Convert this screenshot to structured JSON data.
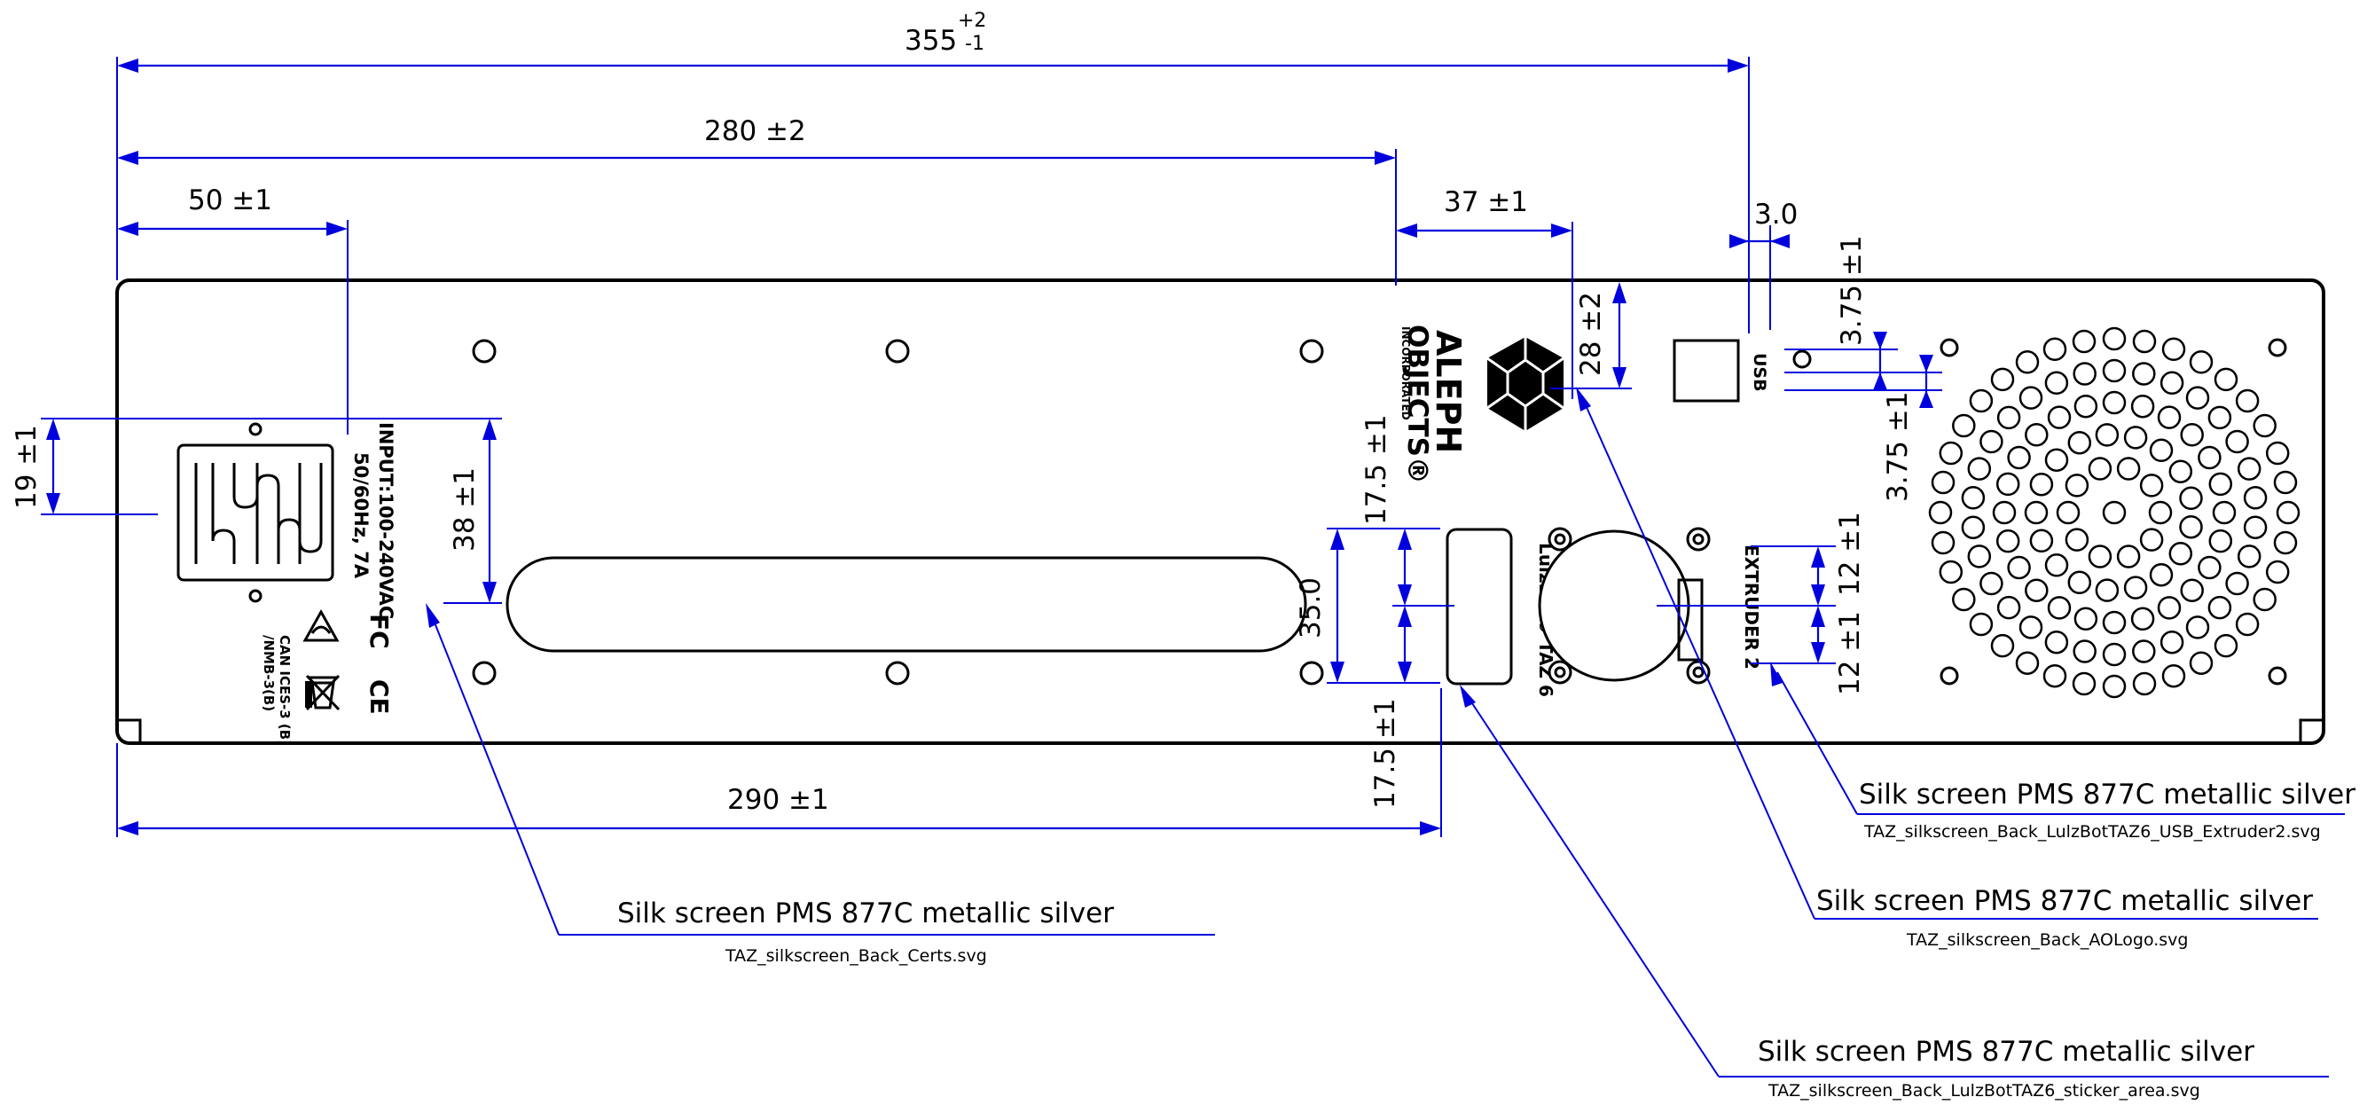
{
  "dimensions": {
    "overall_width": {
      "value": "355",
      "tol_plus": "+2",
      "tol_minus": "-1"
    },
    "connector_panel_width": "280 ±2",
    "cert_width": "50 ±1",
    "logo_offset": "37 ±1",
    "usb_gap": "3.0",
    "logo_height": "28 ±2",
    "usb_offset_top": "3.75 ±1",
    "usb_offset_bottom": "3.75 ±1",
    "cert_height": "19 ±1",
    "slot_height": "38 ±1",
    "sticker_offset_top": "17.5 ±1",
    "sticker_height": "35.0",
    "sticker_offset_bottom": "17.5 ±1",
    "extruder_offset_top": "12 ±1",
    "extruder_offset_bottom": "12 ±1",
    "bottom_width": "290 ±1"
  },
  "silkscreen": {
    "input_line1": "INPUT:100-240VAC",
    "input_line2": "50/60Hz, 7A",
    "fcc": "FC",
    "ce": "CE",
    "can_ices_line1": "CAN ICES-3 (B)",
    "can_ices_line2": "/NMB-3(B)",
    "aleph": "ALEPH",
    "objects": "OBJECTS®",
    "incorporated": "INCORPORATED",
    "usb": "USB",
    "lulzbot": "LulzBot® TAZ 6",
    "extruder": "EXTRUDER 2"
  },
  "callouts": [
    {
      "note": "Silk screen PMS 877C metallic silver",
      "file": "TAZ_silkscreen_Back_LulzBotTAZ6_USB_Extruder2.svg"
    },
    {
      "note": "Silk screen PMS 877C metallic silver",
      "file": "TAZ_silkscreen_Back_AOLogo.svg"
    },
    {
      "note": "Silk screen PMS 877C metallic silver",
      "file": "TAZ_silkscreen_Back_Certs.svg"
    },
    {
      "note": "Silk screen PMS 877C metallic silver",
      "file": "TAZ_silkscreen_Back_LulzBotTAZ6_sticker_area.svg"
    }
  ],
  "colors": {
    "dimension": "#0000dd",
    "outline": "#000000"
  }
}
